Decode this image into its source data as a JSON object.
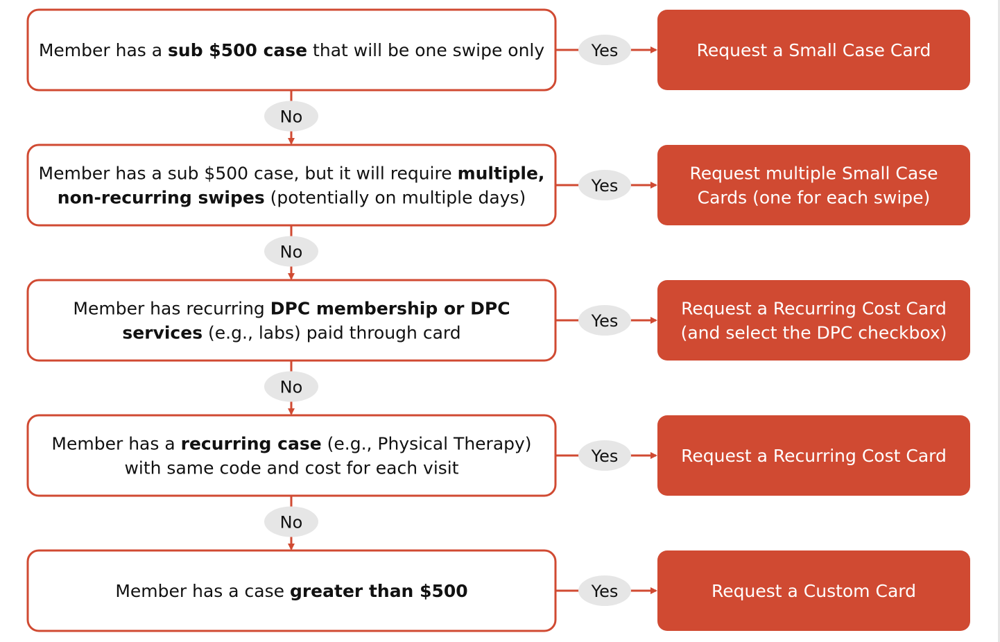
{
  "colors": {
    "accent": "#d04a32",
    "white": "#ffffff",
    "text_dark": "#111111",
    "pill_bg": "#e6e6e6"
  },
  "pills": {
    "yes": "Yes",
    "no": "No"
  },
  "steps": [
    {
      "condition": {
        "lines": [
          [
            {
              "t": "Member has a ",
              "b": false
            },
            {
              "t": "sub $500 case",
              "b": true
            },
            {
              "t": " that will be one swipe only",
              "b": false
            }
          ]
        ]
      },
      "outcome": {
        "lines": [
          "Request a Small Case Card"
        ]
      }
    },
    {
      "condition": {
        "lines": [
          [
            {
              "t": "Member has a sub $500 case, but it will require ",
              "b": false
            },
            {
              "t": "multiple,",
              "b": true
            }
          ],
          [
            {
              "t": "non-recurring swipes",
              "b": true
            },
            {
              "t": " (potentially on multiple days)",
              "b": false
            }
          ]
        ]
      },
      "outcome": {
        "lines": [
          "Request multiple Small Case",
          "Cards (one for each swipe)"
        ]
      }
    },
    {
      "condition": {
        "lines": [
          [
            {
              "t": "Member has recurring ",
              "b": false
            },
            {
              "t": "DPC membership or DPC",
              "b": true
            }
          ],
          [
            {
              "t": "services",
              "b": true
            },
            {
              "t": " (e.g., labs) paid through card",
              "b": false
            }
          ]
        ]
      },
      "outcome": {
        "lines": [
          "Request a Recurring Cost Card",
          "(and select the DPC checkbox)"
        ]
      }
    },
    {
      "condition": {
        "lines": [
          [
            {
              "t": "Member has a ",
              "b": false
            },
            {
              "t": "recurring case",
              "b": true
            },
            {
              "t": " (e.g., Physical Therapy)",
              "b": false
            }
          ],
          [
            {
              "t": "with same code and cost for each visit",
              "b": false
            }
          ]
        ]
      },
      "outcome": {
        "lines": [
          "Request a Recurring Cost Card"
        ]
      }
    },
    {
      "condition": {
        "lines": [
          [
            {
              "t": "Member has a case ",
              "b": false
            },
            {
              "t": "greater than $500",
              "b": true
            }
          ]
        ]
      },
      "outcome": {
        "lines": [
          "Request a Custom Card"
        ]
      }
    }
  ]
}
